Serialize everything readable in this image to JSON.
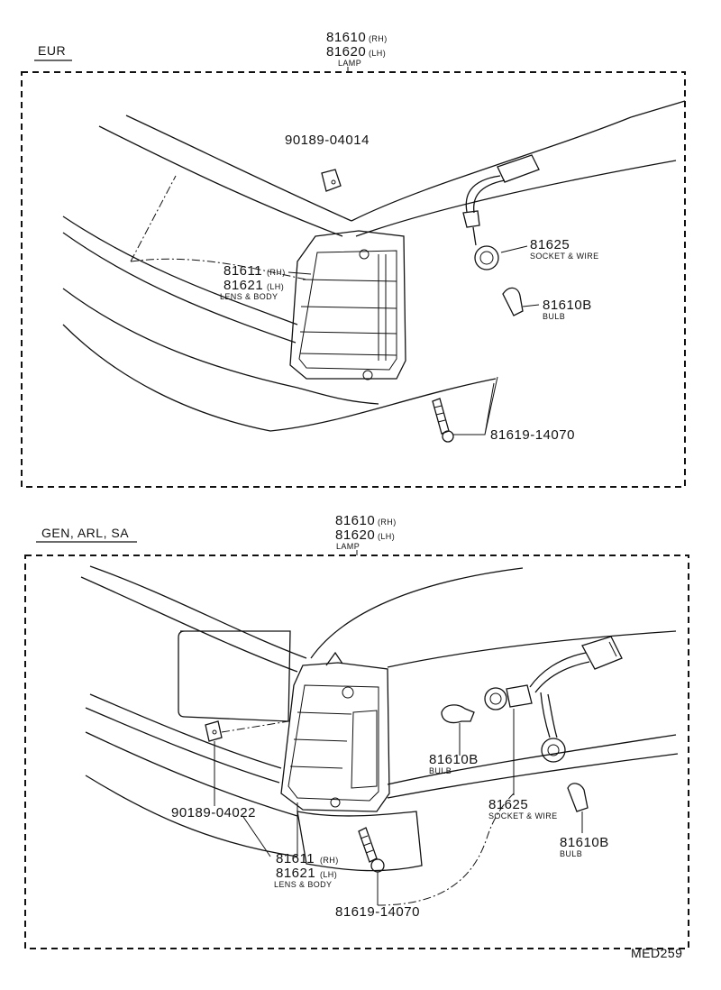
{
  "eur": {
    "region": "EUR",
    "lamp": {
      "no_rh": "81610",
      "rh": "(RH)",
      "no_lh": "81620",
      "lh": "(LH)",
      "desc": "LAMP"
    },
    "clip": "90189-04014",
    "lens": {
      "no_rh": "81611",
      "rh": "(RH)",
      "no_lh": "81621",
      "lh": "(LH)",
      "desc": "LENS & BODY"
    },
    "socket": {
      "no": "81625",
      "desc": "SOCKET & WIRE"
    },
    "bulb": {
      "no": "81610B",
      "desc": "BULB"
    },
    "screw": "81619-14070"
  },
  "gen": {
    "region": "GEN, ARL, SA",
    "lamp": {
      "no_rh": "81610",
      "rh": "(RH)",
      "no_lh": "81620",
      "lh": "(LH)",
      "desc": "LAMP"
    },
    "bulb1": {
      "no": "81610B",
      "desc": "BULB"
    },
    "socket": {
      "no": "81625",
      "desc": "SOCKET & WIRE"
    },
    "bulb2": {
      "no": "81610B",
      "desc": "BULB"
    },
    "clip": "90189-04022",
    "lens": {
      "no_rh": "81611",
      "rh": "(RH)",
      "no_lh": "81621",
      "lh": "(LH)",
      "desc": "LENS & BODY"
    },
    "screw": "81619-14070"
  },
  "code": "MED259"
}
